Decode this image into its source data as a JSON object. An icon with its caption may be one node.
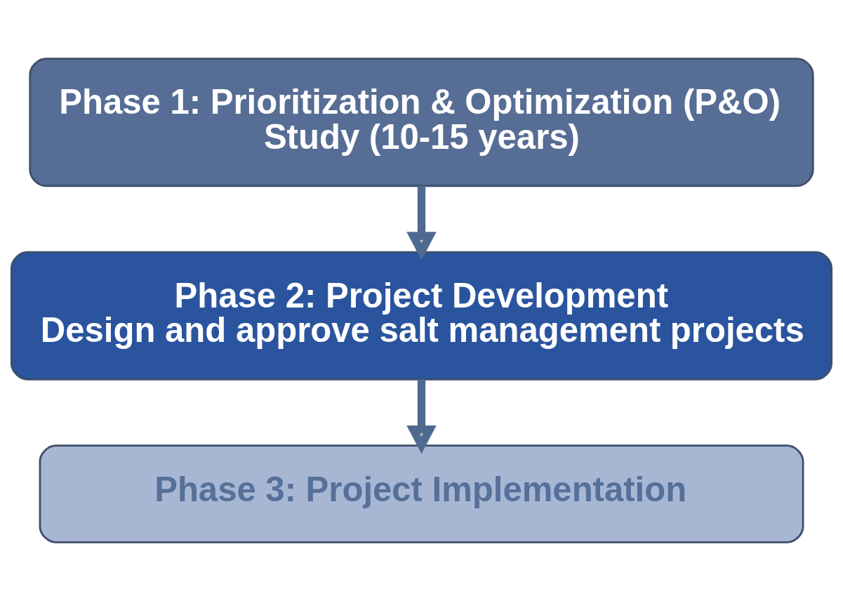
{
  "diagram": {
    "nodes": [
      {
        "text": [
          "Phase 1: Prioritization & Optimization (P&O) Study (10-15 years)"
        ]
      },
      {
        "text": [
          "Phase 2: Project Development",
          "Design and approve salt management projects"
        ]
      },
      {
        "text": [
          "Phase 3: Project Implementation"
        ]
      }
    ],
    "edges": [
      {
        "from": 0,
        "to": 1,
        "arrow": "to"
      },
      {
        "from": 1,
        "to": 2,
        "arrow": "to"
      }
    ]
  }
}
